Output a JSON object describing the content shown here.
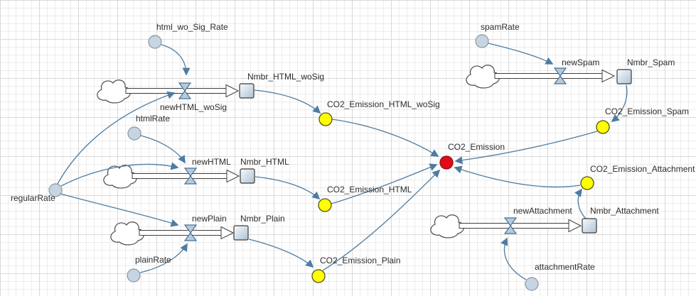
{
  "diagram": {
    "type": "stock-and-flow-model",
    "topic": "CO2 emission of e-mails"
  },
  "colors": {
    "link": "#4e7ca0",
    "parameter_fill": "#c7d5e2",
    "parameter_stroke": "#8a95a0",
    "stock_stroke": "#3a3a3a",
    "valve_fill": "#b5cadd",
    "valve_stroke": "#4a6f93",
    "auxiliary_fill": "#ffff00",
    "auxiliary_stroke": "#55551a",
    "emission_total_fill": "#e30b17",
    "emission_total_stroke": "#8c1010"
  },
  "nodes": {
    "html_wo_Sig_Rate": {
      "label": "html_wo_Sig_Rate",
      "kind": "parameter"
    },
    "spamRate": {
      "label": "spamRate",
      "kind": "parameter"
    },
    "htmlRate": {
      "label": "htmlRate",
      "kind": "parameter"
    },
    "regularRate": {
      "label": "regularRate",
      "kind": "parameter"
    },
    "plainRate": {
      "label": "plainRate",
      "kind": "parameter"
    },
    "attachmentRate": {
      "label": "attachmentRate",
      "kind": "parameter"
    },
    "newHTML_woSig": {
      "label": "newHTML_woSig",
      "kind": "flow"
    },
    "newSpam": {
      "label": "newSpam",
      "kind": "flow"
    },
    "newHTML": {
      "label": "newHTML",
      "kind": "flow"
    },
    "newPlain": {
      "label": "newPlain",
      "kind": "flow"
    },
    "newAttachment": {
      "label": "newAttachment",
      "kind": "flow"
    },
    "Nmbr_HTML_woSig": {
      "label": "Nmbr_HTML_woSig",
      "kind": "stock"
    },
    "Nmbr_Spam": {
      "label": "Nmbr_Spam",
      "kind": "stock"
    },
    "Nmbr_HTML": {
      "label": "Nmbr_HTML",
      "kind": "stock"
    },
    "Nmbr_Plain": {
      "label": "Nmbr_Plain",
      "kind": "stock"
    },
    "Nmbr_Attachment": {
      "label": "Nmbr_Attachment",
      "kind": "stock"
    },
    "CO2_Emission_HTML_woSig": {
      "label": "CO2_Emission_HTML_woSig",
      "kind": "auxiliary"
    },
    "CO2_Emission_Spam": {
      "label": "CO2_Emission_Spam",
      "kind": "auxiliary"
    },
    "CO2_Emission_HTML": {
      "label": "CO2_Emission_HTML",
      "kind": "auxiliary"
    },
    "CO2_Emission_Plain": {
      "label": "CO2_Emission_Plain",
      "kind": "auxiliary"
    },
    "CO2_Emission_Attachment": {
      "label": "CO2_Emission_Attachment",
      "kind": "auxiliary"
    },
    "CO2_Emission": {
      "label": "CO2_Emission",
      "kind": "auxiliary-total"
    }
  },
  "flows": [
    {
      "valve": "newHTML_woSig",
      "from": "source-cloud",
      "to": "Nmbr_HTML_woSig"
    },
    {
      "valve": "newSpam",
      "from": "source-cloud",
      "to": "Nmbr_Spam"
    },
    {
      "valve": "newHTML",
      "from": "source-cloud",
      "to": "Nmbr_HTML"
    },
    {
      "valve": "newPlain",
      "from": "source-cloud",
      "to": "Nmbr_Plain"
    },
    {
      "valve": "newAttachment",
      "from": "source-cloud",
      "to": "Nmbr_Attachment"
    }
  ],
  "links": [
    {
      "from": "html_wo_Sig_Rate",
      "to": "newHTML_woSig"
    },
    {
      "from": "regularRate",
      "to": "newHTML_woSig"
    },
    {
      "from": "regularRate",
      "to": "newHTML"
    },
    {
      "from": "regularRate",
      "to": "newPlain"
    },
    {
      "from": "htmlRate",
      "to": "newHTML"
    },
    {
      "from": "plainRate",
      "to": "newPlain"
    },
    {
      "from": "spamRate",
      "to": "newSpam"
    },
    {
      "from": "attachmentRate",
      "to": "newAttachment"
    },
    {
      "from": "Nmbr_HTML_woSig",
      "to": "CO2_Emission_HTML_woSig"
    },
    {
      "from": "Nmbr_HTML",
      "to": "CO2_Emission_HTML"
    },
    {
      "from": "Nmbr_Plain",
      "to": "CO2_Emission_Plain"
    },
    {
      "from": "Nmbr_Spam",
      "to": "CO2_Emission_Spam"
    },
    {
      "from": "Nmbr_Attachment",
      "to": "CO2_Emission_Attachment"
    },
    {
      "from": "CO2_Emission_HTML_woSig",
      "to": "CO2_Emission"
    },
    {
      "from": "CO2_Emission_HTML",
      "to": "CO2_Emission"
    },
    {
      "from": "CO2_Emission_Plain",
      "to": "CO2_Emission"
    },
    {
      "from": "CO2_Emission_Spam",
      "to": "CO2_Emission"
    },
    {
      "from": "CO2_Emission_Attachment",
      "to": "CO2_Emission"
    }
  ]
}
